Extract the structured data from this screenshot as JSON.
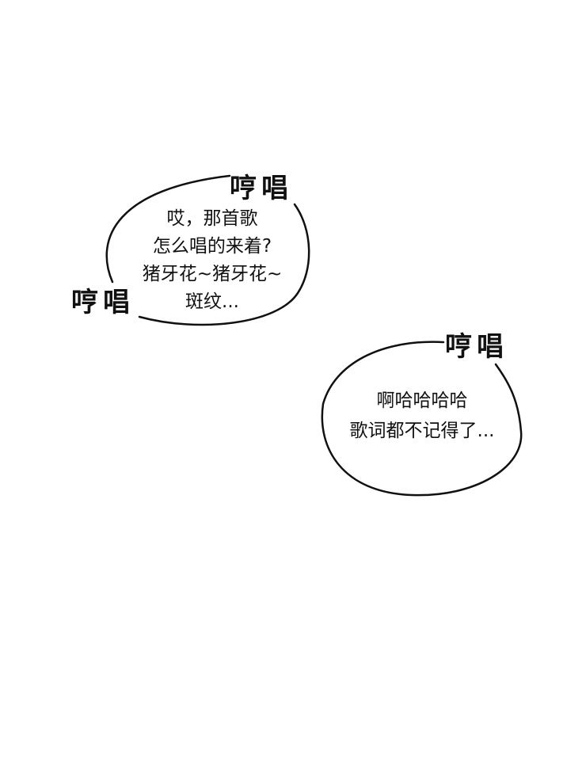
{
  "bubble_left": {
    "lines": [
      "哎，那首歌",
      "怎么唱的来着?",
      "猪牙花~猪牙花~",
      "斑纹..."
    ],
    "sfx_top": "哼唱",
    "sfx_bottom": "哼唱"
  },
  "bubble_right": {
    "lines": [
      "啊哈哈哈哈",
      "歌词都不记得了..."
    ],
    "sfx_top": "哼唱"
  }
}
